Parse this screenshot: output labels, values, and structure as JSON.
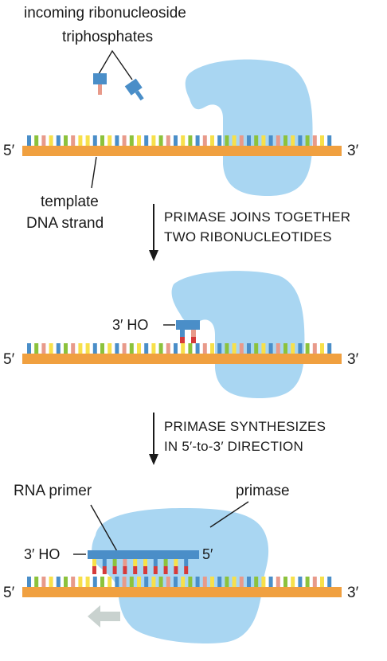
{
  "labels": {
    "incoming_line1": "incoming ribonucleoside",
    "incoming_line2": "triphosphates",
    "template_line1": "template",
    "template_line2": "DNA strand",
    "rna_primer": "RNA primer",
    "primase": "primase",
    "five_prime": "5′",
    "three_prime": "3′",
    "three_prime_ho": "3′  HO"
  },
  "steps": [
    {
      "line1": "PRIMASE JOINS TOGETHER",
      "line2": "TWO RIBONUCLEOTIDES"
    },
    {
      "line1": "PRIMASE SYNTHESIZES",
      "line2": "IN 5′-to-3′ DIRECTION"
    }
  ],
  "colors": {
    "backbone": "#f0a040",
    "primase": "#a9d6f2",
    "rna": "#4a8ec8",
    "pair_red": "#d63a3a",
    "shift_arrow": "#c9d2cf",
    "base_palette": [
      "#f7e04a",
      "#4a8ec8",
      "#8cc23c",
      "#e89a8a"
    ]
  }
}
